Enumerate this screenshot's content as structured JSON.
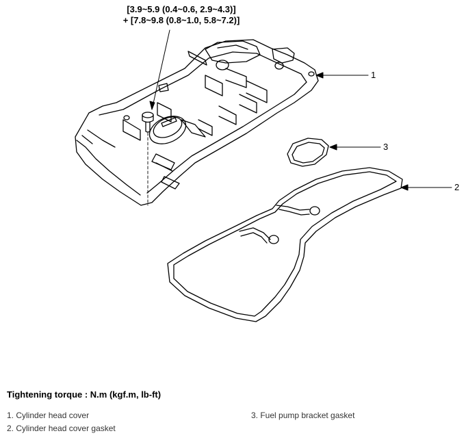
{
  "diagram": {
    "torque_spec": {
      "line1": "[3.9~5.9 (0.4~0.6, 2.9~4.3)]",
      "line2": "+ [7.8~9.8 (0.8~1.0, 5.8~7.2)]"
    },
    "callouts": [
      "1",
      "2",
      "3"
    ]
  },
  "caption": {
    "heading": "Tightening torque : N.m (kgf.m, lb-ft)",
    "items": [
      "1. Cylinder head cover",
      "2. Cylinder head cover gasket",
      "3. Fuel pump bracket gasket"
    ]
  }
}
